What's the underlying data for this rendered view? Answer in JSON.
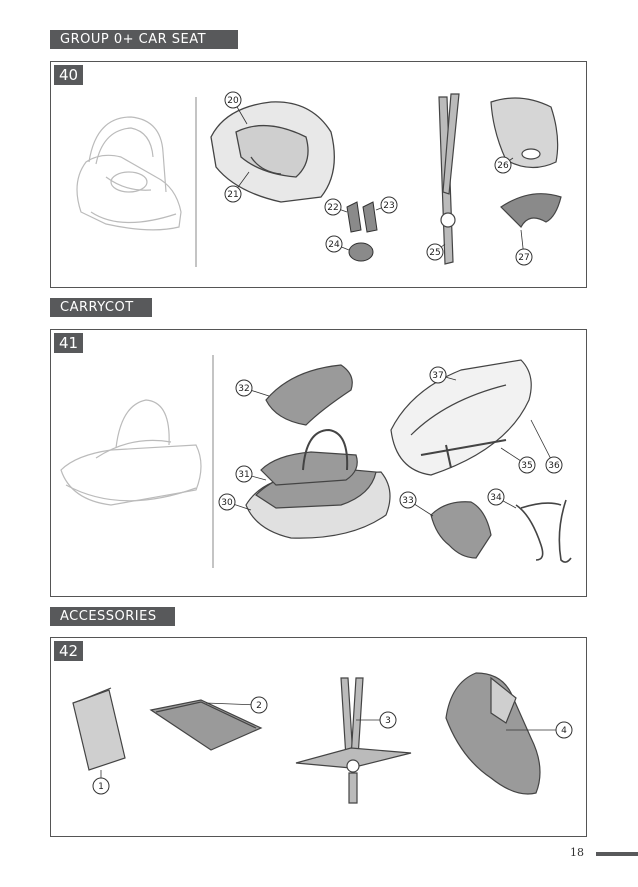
{
  "sections": [
    {
      "header": "GROUP 0+ CAR SEAT",
      "number": "40",
      "callouts": [
        "20",
        "21",
        "22",
        "23",
        "24",
        "25",
        "26",
        "27"
      ]
    },
    {
      "header": "CARRYCOT",
      "number": "41",
      "callouts": [
        "32",
        "37",
        "31",
        "35",
        "36",
        "30",
        "33",
        "34"
      ]
    },
    {
      "header": "ACCESSORIES",
      "number": "42",
      "callouts": [
        "1",
        "2",
        "3",
        "4"
      ]
    }
  ],
  "page_number": "18",
  "colors": {
    "header_bg": "#58595b",
    "line": "#555555",
    "part_fill": "#9a9a9a"
  }
}
